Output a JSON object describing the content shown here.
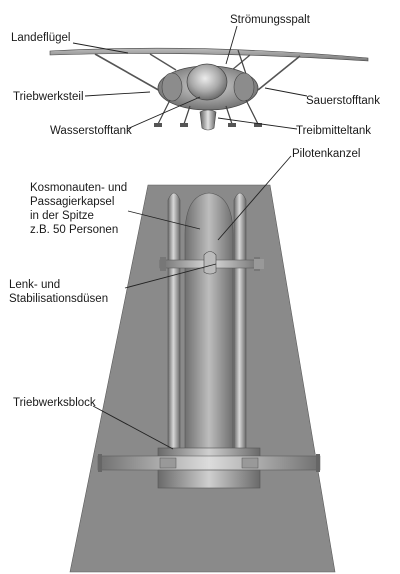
{
  "labels": {
    "landing_wing": "Landeflügel",
    "flow_gap": "Strömungsspalt",
    "engine_part": "Triebwerksteil",
    "oxygen_tank": "Sauerstofftank",
    "hydrogen_tank": "Wasserstofftank",
    "propellant_tank": "Treibmitteltank",
    "pilot_cabin": "Pilotenkanzel",
    "capsule_line1": "Kosmonauten- und",
    "capsule_line2": "Passagierkapsel",
    "capsule_line3": "in der Spitze",
    "capsule_line4": "z.B. 50 Personen",
    "nozzles_line1": "Lenk- und",
    "nozzles_line2": "Stabilisationsdüsen",
    "engine_block": "Triebwerksblock"
  }
}
